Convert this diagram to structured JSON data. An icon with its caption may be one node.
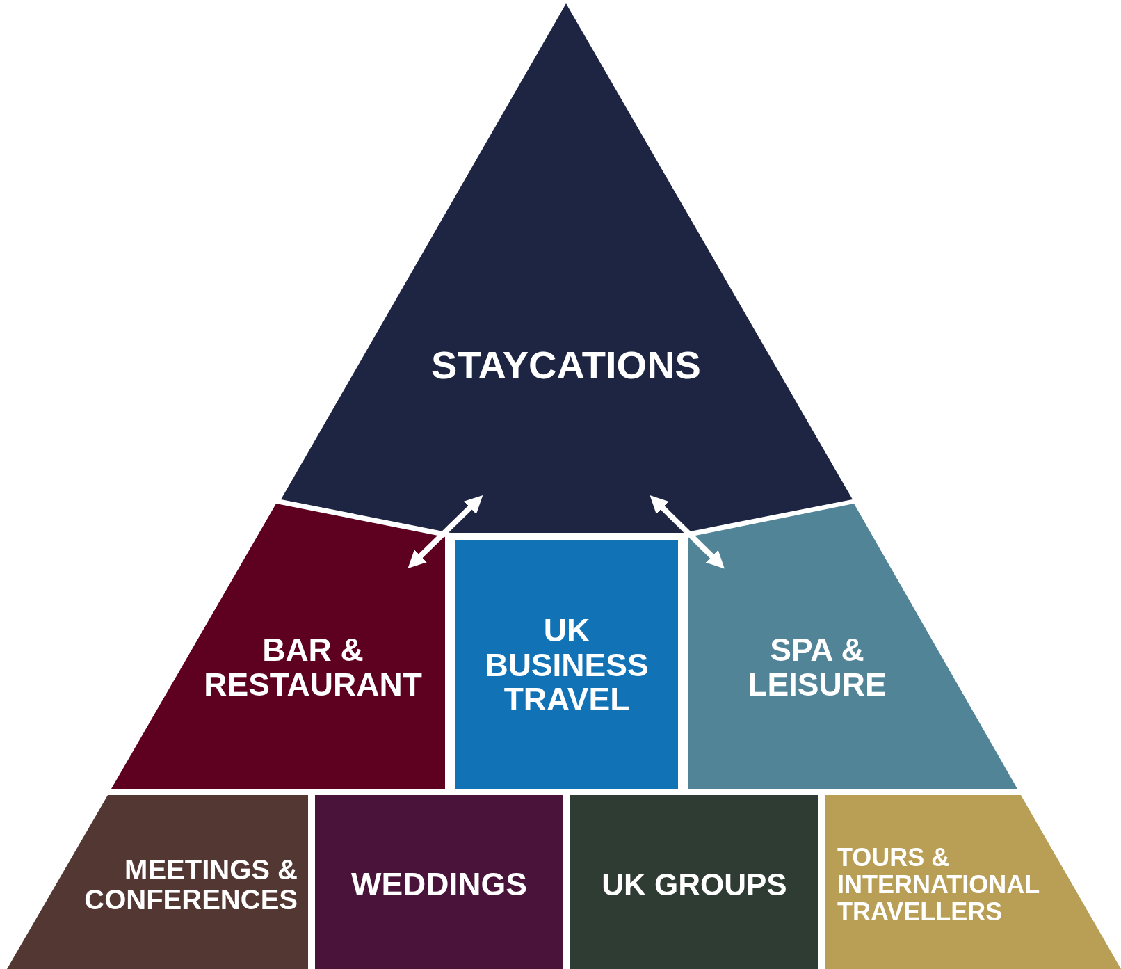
{
  "diagram": {
    "nodes": [
      {
        "text": [
          "STAYCATIONS"
        ]
      },
      {
        "text": [
          "BAR & RESTAURANT"
        ]
      },
      {
        "text": [
          "UK BUSINESS TRAVEL"
        ]
      },
      {
        "text": [
          "SPA & LEISURE"
        ]
      },
      {
        "text": [
          "MEETINGS & CONFERENCES"
        ]
      },
      {
        "text": [
          "WEDDINGS"
        ]
      },
      {
        "text": [
          "UK GROUPS"
        ]
      },
      {
        "text": [
          "TOURS & INTERNATIONAL TRAVELLERS"
        ]
      }
    ],
    "edges": [
      {
        "from": 0,
        "to": 1,
        "arrow": "both"
      },
      {
        "from": 0,
        "to": 3,
        "arrow": "both"
      }
    ]
  }
}
